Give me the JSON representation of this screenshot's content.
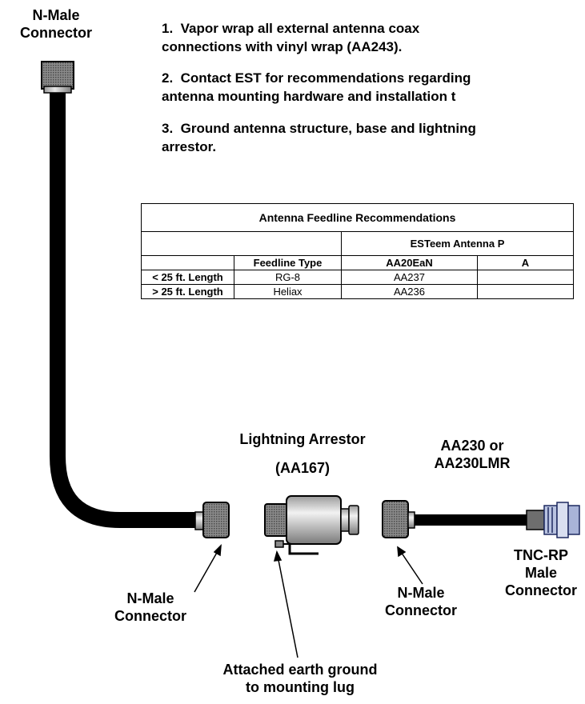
{
  "notes": [
    "1.  Vapor wrap all external antenna coax\nconnections with vinyl wrap (AA243).",
    "2.  Contact EST for recommendations regarding\nantenna mounting hardware and installation t",
    "3.  Ground antenna structure, base and lightning\narrestor."
  ],
  "labels": {
    "top_connector": "N-Male\nConnector",
    "arrestor_title": "Lightning Arrestor",
    "arrestor_part": "(AA167)",
    "cable_part": "AA230 or\nAA230LMR",
    "tnc_connector": "TNC-RP\nMale\nConnector",
    "left_connector": "N-Male\nConnector",
    "mid_connector": "N-Male\nConnector",
    "ground_note": "Attached earth ground\nto mounting lug"
  },
  "table": {
    "title": "Antenna Feedline Recommendations",
    "group_header": "ESTeem Antenna P",
    "headers": [
      "",
      "Feedline Type",
      "AA20EaN",
      "A"
    ],
    "rows": [
      [
        "< 25 ft. Length",
        "RG-8",
        "AA237",
        ""
      ],
      [
        "> 25 ft. Length",
        "Heliax",
        "AA236",
        ""
      ]
    ]
  },
  "colors": {
    "cable": "#000000",
    "connector_fill": "#777777",
    "arrestor_body": "#cfcfcf",
    "tnc_accent": "#5a6fb0"
  }
}
